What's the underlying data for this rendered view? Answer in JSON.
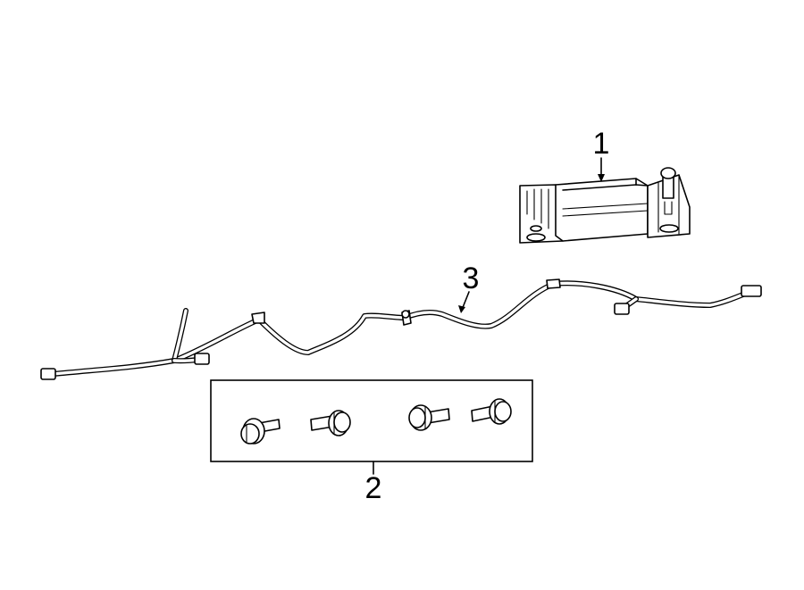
{
  "callouts": {
    "part1": "1",
    "part2": "2",
    "part3": "3"
  },
  "icons": {
    "module": "control-module-icon",
    "harness": "wiring-harness-icon",
    "bolts": "bolt-icon"
  }
}
